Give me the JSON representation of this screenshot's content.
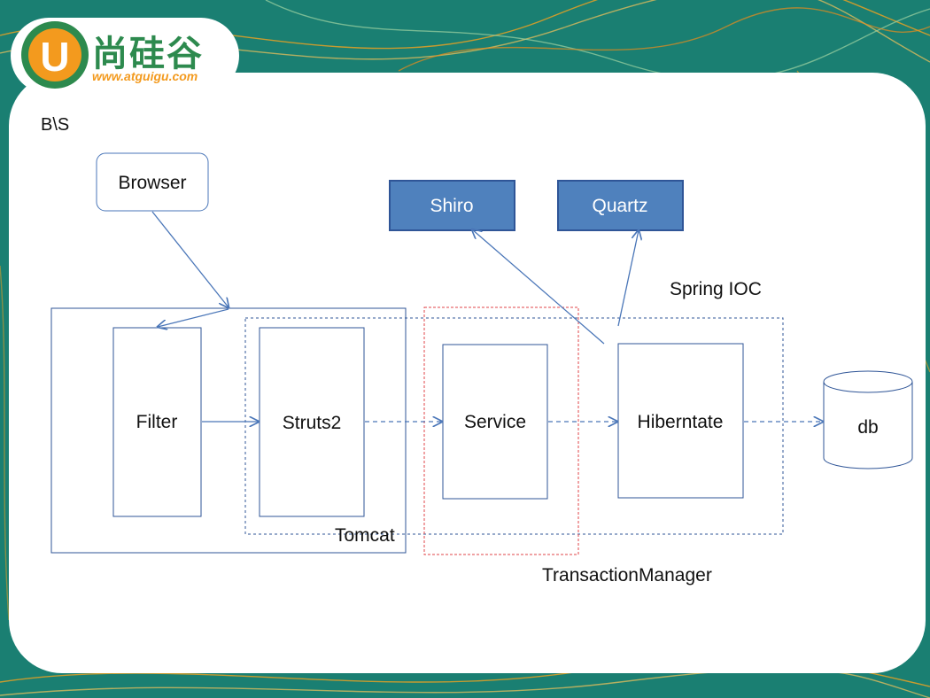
{
  "logo": {
    "letter": "U",
    "brand_cn": "尚硅谷",
    "url": "www.atguigu.com"
  },
  "slide_title": "B\\S",
  "nodes": {
    "browser": "Browser",
    "shiro": "Shiro",
    "quartz": "Quartz",
    "filter": "Filter",
    "struts2": "Struts2",
    "service": "Service",
    "hibernate": "Hiberntate",
    "db": "db"
  },
  "labels": {
    "spring_ioc": "Spring IOC",
    "tomcat": "Tomcat",
    "transaction_manager": "TransactionManager"
  },
  "colors": {
    "teal": "#1a7f72",
    "orange": "#f39a1e",
    "blue_box": "#4f81bd",
    "blue_border": "#2f5597",
    "line": "#4a76b8",
    "red_dash": "#e0464a"
  }
}
